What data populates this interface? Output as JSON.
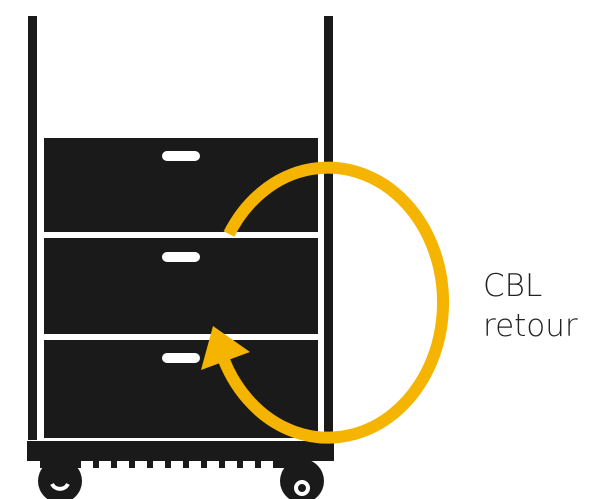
{
  "diagram": {
    "label_line1": "CBL",
    "label_line2": "retour",
    "colors": {
      "frame": "#1a1a1a",
      "arrow": "#f5b400",
      "handle": "#ffffff",
      "background": "#ffffff"
    },
    "crates": [
      {
        "name": "top-crate"
      },
      {
        "name": "middle-crate"
      },
      {
        "name": "bottom-crate"
      }
    ]
  }
}
